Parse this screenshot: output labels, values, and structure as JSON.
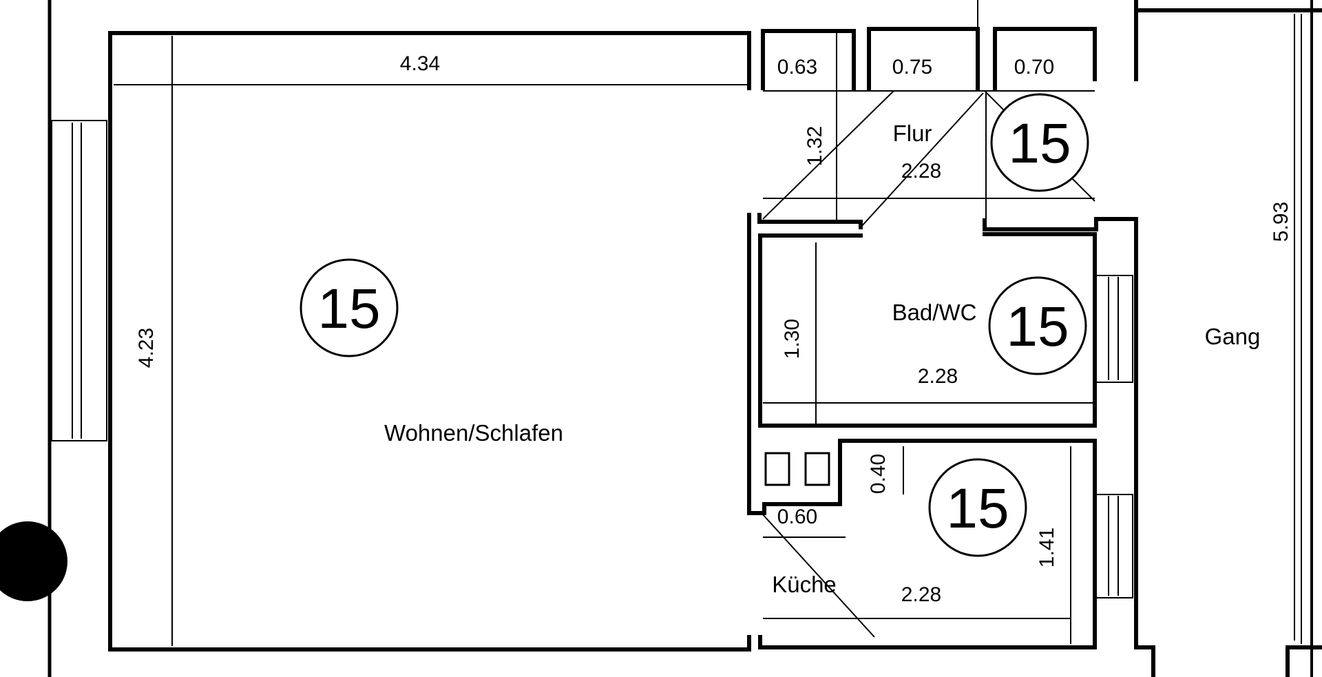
{
  "rooms": {
    "wohnen": "Wohnen/Schlafen",
    "flur": "Flur",
    "bad": "Bad/WC",
    "kueche": "Küche",
    "gang": "Gang"
  },
  "badges": {
    "wohnen": "15",
    "flur": "15",
    "bad": "15",
    "kueche": "15"
  },
  "dimensions": {
    "wohnen_width": "4.34",
    "wohnen_height": "4.23",
    "closet_a": "0.63",
    "closet_b": "0.75",
    "closet_c": "0.70",
    "flur_height": "1.32",
    "flur_width": "2.28",
    "bad_height": "1.30",
    "bad_width": "2.28",
    "kueche_shaft_depth": "0.40",
    "kueche_shaft_width": "0.60",
    "kueche_height": "1.41",
    "kueche_width": "2.28",
    "gang_length": "5.93"
  },
  "colors": {
    "ink": "#000000",
    "paper": "#ffffff"
  }
}
